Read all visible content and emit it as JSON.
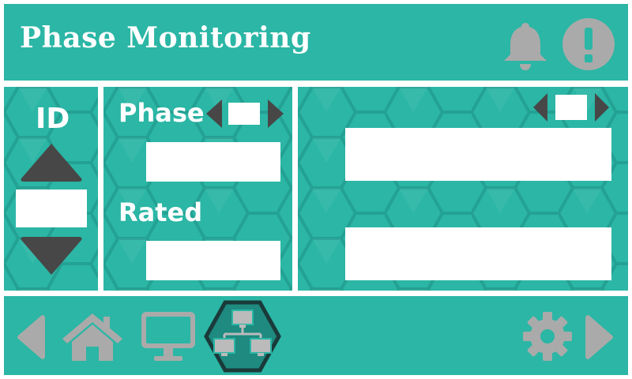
{
  "header": {
    "title": "Phase Monitoring",
    "icons": [
      "bell-icon",
      "alert-icon"
    ]
  },
  "id_panel": {
    "label": "ID",
    "value": "",
    "icons": [
      "up-arrow-icon",
      "down-arrow-icon"
    ]
  },
  "phase_panel": {
    "phase_label": "Phase",
    "phase_selector_value": "",
    "phase_value": "",
    "rated_label": "Rated",
    "rated_value": ""
  },
  "readings_panel": {
    "selector_value": "",
    "reading_1": "",
    "reading_2": ""
  },
  "footer": {
    "icons": [
      "back-icon",
      "home-icon",
      "monitor-icon",
      "network-icon",
      "gear-icon",
      "forward-icon"
    ],
    "active": "network-icon"
  },
  "colors": {
    "panel": "#2bb6a5",
    "pattern": "#1c8f84",
    "icon_gray": "#aaaaaa",
    "arrow_dark": "#474747",
    "field": "#ffffff"
  }
}
